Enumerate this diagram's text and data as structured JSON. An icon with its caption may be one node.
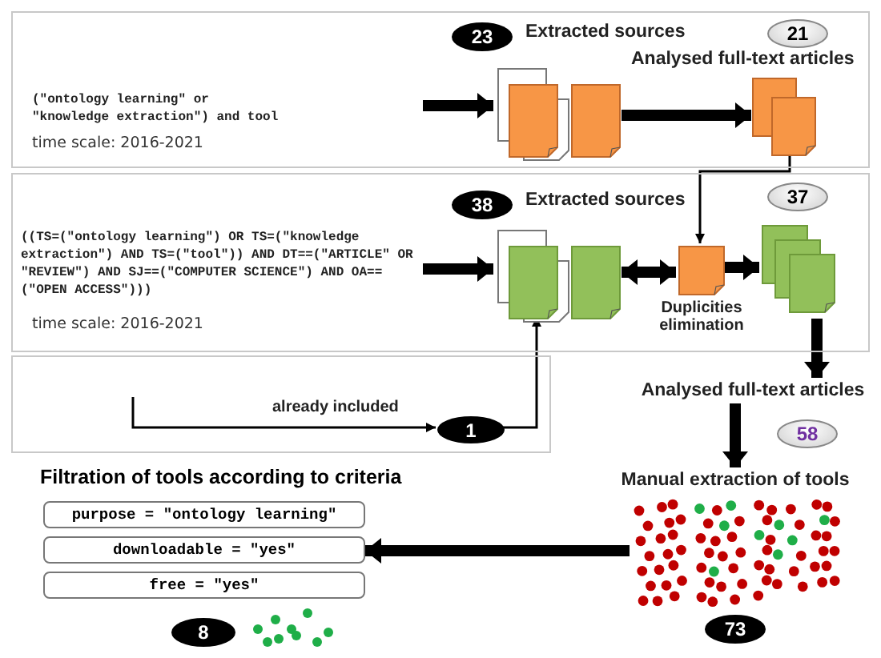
{
  "diagram": {
    "nodes": [
      {
        "text": [
          "(\"ontology learning\" or \"knowledge extraction\") and tool",
          "time scale: 2016-2021"
        ]
      },
      {
        "text": [
          "((TS=(\"ontology learning\") OR TS=(\"knowledge extraction\") AND TS=(\"tool\")) AND DT==(\"ARTICLE\" OR \"REVIEW\") AND SJ==(\"COMPUTER SCIENCE\") AND OA==(\"OPEN ACCESS\")))",
          "time scale: 2016-2021"
        ]
      },
      {
        "text": [],
        "shape": "box"
      },
      {
        "text": [
          "23"
        ],
        "beside": [
          "Extracted sources"
        ],
        "in": 0
      },
      {
        "text": [],
        "shape": "picture",
        "in": 0
      },
      {
        "text": [
          "21"
        ],
        "beside": [
          "Analysed full-text articles"
        ],
        "in": 0
      },
      {
        "text": [],
        "shape": "box",
        "in": 0
      },
      {
        "text": [
          "38"
        ],
        "beside": [
          "Extracted sources"
        ],
        "in": 1
      },
      {
        "text": [],
        "shape": "picture",
        "in": 1
      },
      {
        "text": [],
        "shape": "picture",
        "beside": [
          "Duplicities elimination"
        ],
        "in": 1
      },
      {
        "text": [
          "37"
        ],
        "in": 1
      },
      {
        "text": [],
        "shape": "picture",
        "in": 1
      },
      {
        "text": [
          "1"
        ],
        "in": 2
      },
      {
        "text": [
          "Analysed full-text articles"
        ]
      },
      {
        "text": [
          "58"
        ]
      },
      {
        "text": [
          "Manual extraction of tools"
        ]
      },
      {
        "text": [],
        "shape": "picture"
      },
      {
        "text": [
          "73"
        ]
      },
      {
        "text": [
          "purpose = \"ontology learning\""
        ]
      },
      {
        "text": [
          "downloadable = \"yes\""
        ]
      },
      {
        "text": [
          "free = \"yes\""
        ]
      },
      {
        "text": [
          "8"
        ]
      },
      {
        "text": [],
        "shape": "picture"
      }
    ],
    "edges": [
      {
        "from": null,
        "to": 4,
        "arrow": "to"
      },
      {
        "from": 4,
        "to": 6,
        "arrow": "to"
      },
      {
        "from": 6,
        "to": 9,
        "arrow": "to"
      },
      {
        "from": null,
        "to": 8,
        "arrow": "to"
      },
      {
        "from": 8,
        "to": 9,
        "arrow": "both"
      },
      {
        "from": 9,
        "to": 11,
        "arrow": "to"
      },
      {
        "from": null,
        "to": 12,
        "arrow": "to",
        "label": "already included"
      },
      {
        "from": 12,
        "to": 8,
        "arrow": "to"
      },
      {
        "from": 11,
        "to": 13,
        "arrow": "to"
      },
      {
        "from": 13,
        "to": 15,
        "arrow": "to"
      },
      {
        "from": 16,
        "to": 19,
        "arrow": "to"
      }
    ],
    "labels": [
      "Filtration of tools according to criteria"
    ]
  }
}
